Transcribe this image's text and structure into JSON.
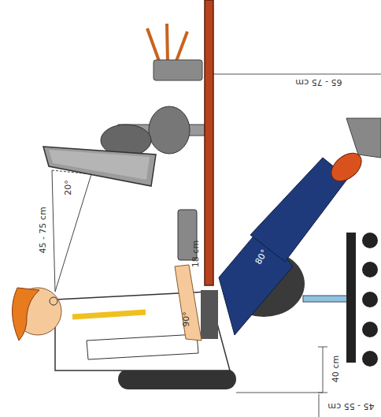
{
  "diagram": {
    "labels": [
      "65 - 75 cm",
      "45 - 75 cm",
      "20°",
      "18 cm",
      "80°",
      "90°",
      "40 cm",
      "45 - 55 cm"
    ]
  }
}
